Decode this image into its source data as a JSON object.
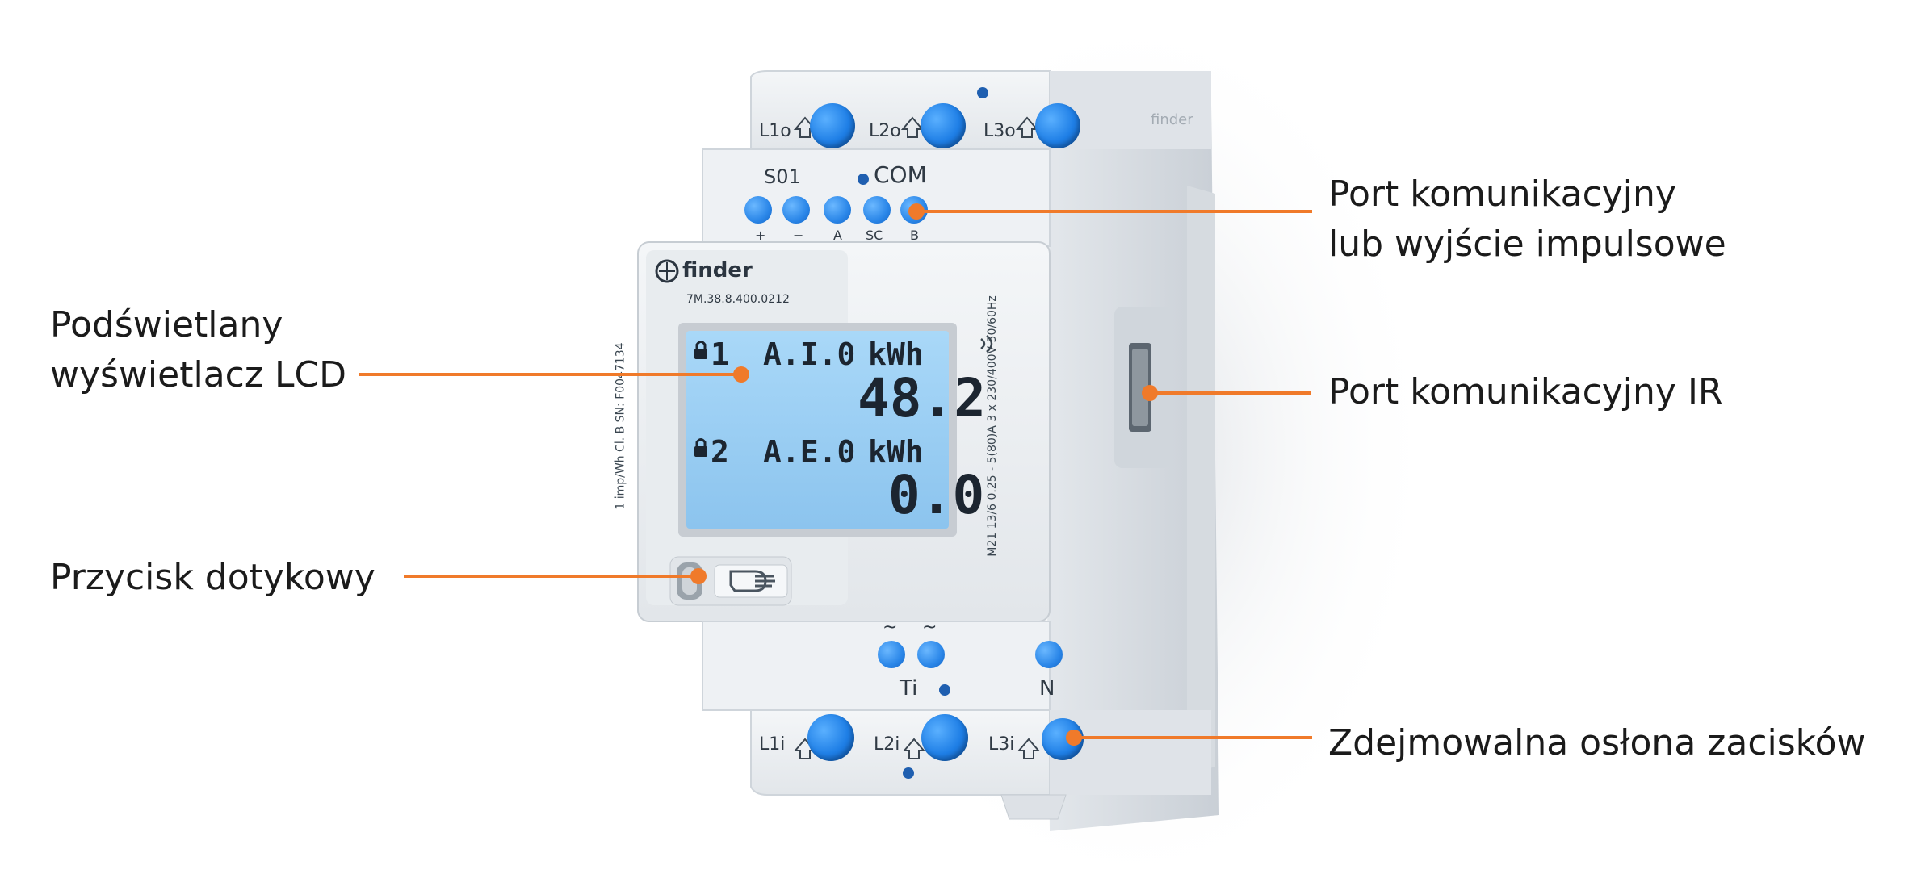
{
  "device": {
    "brand": "finder",
    "model_code": "7M.38.8.400.0212",
    "side_brand": "finder",
    "top_terminals": [
      "L1o",
      "L2o",
      "L3o"
    ],
    "bottom_terminals": [
      "L1i",
      "L2i",
      "L3i"
    ],
    "comm_labels": {
      "s0": "S01",
      "com": "COM"
    },
    "comm_pins": [
      "+",
      "−",
      "A",
      "SC",
      "B"
    ],
    "lower_labels": {
      "ti": "Ti",
      "n": "N",
      "tilde": "~"
    },
    "side_marking_left": "1 imp/Wh   Cl. B   SN: F0047134",
    "side_marking_right": "M21  13/6   0.25 - 5(80)A   3 x 230/400V 50/60Hz",
    "lcd": {
      "row1_index": "1",
      "row1_code": "A.I.0",
      "row1_unit": "kWh",
      "row1_value": "48.2",
      "row2_index": "2",
      "row2_code": "A.E.0",
      "row2_unit": "kWh",
      "row2_value": "0.0"
    }
  },
  "callouts": {
    "comm_port": [
      "Port komunikacyjny",
      "lub wyjście impulsowe"
    ],
    "lcd": [
      "Podświetlany",
      "wyświetlacz LCD"
    ],
    "ir_port": [
      "Port komunikacyjny IR"
    ],
    "touch_button": [
      "Przycisk dotykowy"
    ],
    "terminal_cover": [
      "Zdejmowalna osłona zacisków"
    ]
  },
  "colors": {
    "accent_orange": "#f07a2a",
    "terminal_blue": "#1f7fe6",
    "lcd_backlight": "#9fd0f4"
  }
}
